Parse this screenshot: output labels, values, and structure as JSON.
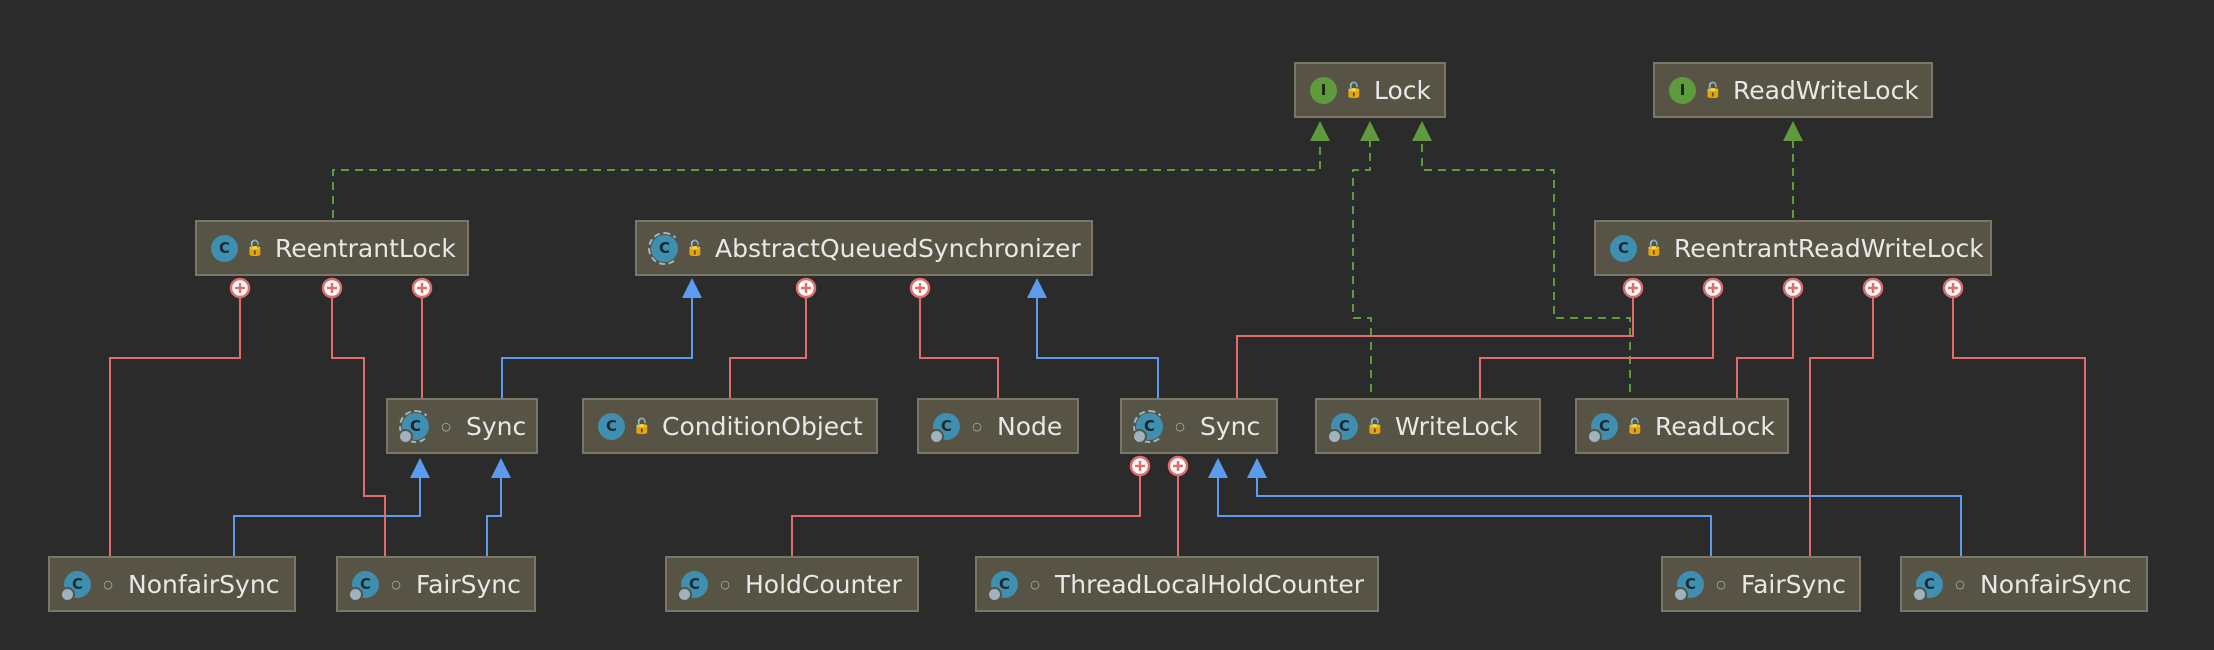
{
  "nodes": {
    "lock": {
      "label": "Lock",
      "kind": "interface",
      "icon": "interface-icon",
      "visibility": "public"
    },
    "rwlock": {
      "label": "ReadWriteLock",
      "kind": "interface",
      "icon": "interface-icon",
      "visibility": "public"
    },
    "reentrantlock": {
      "label": "ReentrantLock",
      "kind": "class",
      "icon": "class-icon",
      "visibility": "public"
    },
    "aqs": {
      "label": "AbstractQueuedSynchronizer",
      "kind": "abstract-class",
      "icon": "abstract-class-icon",
      "visibility": "public"
    },
    "rrwl": {
      "label": "ReentrantReadWriteLock",
      "kind": "class",
      "icon": "class-icon",
      "visibility": "public"
    },
    "sync_rl": {
      "label": "Sync",
      "kind": "abstract-static-class",
      "icon": "abstract-static-class-icon",
      "visibility": "package"
    },
    "condobj": {
      "label": "ConditionObject",
      "kind": "class",
      "icon": "class-icon",
      "visibility": "public"
    },
    "node": {
      "label": "Node",
      "kind": "static-class",
      "icon": "static-class-icon",
      "visibility": "package"
    },
    "sync_rrwl": {
      "label": "Sync",
      "kind": "abstract-static-class",
      "icon": "abstract-static-class-icon",
      "visibility": "package"
    },
    "writelock": {
      "label": "WriteLock",
      "kind": "static-class",
      "icon": "static-class-icon",
      "visibility": "public"
    },
    "readlock": {
      "label": "ReadLock",
      "kind": "static-class",
      "icon": "static-class-icon",
      "visibility": "public"
    },
    "nonfair_rl": {
      "label": "NonfairSync",
      "kind": "static-class",
      "icon": "static-class-icon",
      "visibility": "package"
    },
    "fair_rl": {
      "label": "FairSync",
      "kind": "static-class",
      "icon": "static-class-icon",
      "visibility": "package"
    },
    "holdcounter": {
      "label": "HoldCounter",
      "kind": "static-class",
      "icon": "static-class-icon",
      "visibility": "package"
    },
    "tlhc": {
      "label": "ThreadLocalHoldCounter",
      "kind": "static-class",
      "icon": "static-class-icon",
      "visibility": "package"
    },
    "fair_rrwl": {
      "label": "FairSync",
      "kind": "static-class",
      "icon": "static-class-icon",
      "visibility": "package"
    },
    "nonfair_rrwl": {
      "label": "NonfairSync",
      "kind": "static-class",
      "icon": "static-class-icon",
      "visibility": "package"
    }
  },
  "edges": [
    {
      "from": "reentrantlock",
      "to": "lock",
      "type": "implements"
    },
    {
      "from": "writelock",
      "to": "lock",
      "type": "implements"
    },
    {
      "from": "readlock",
      "to": "lock",
      "type": "implements"
    },
    {
      "from": "rrwl",
      "to": "rwlock",
      "type": "implements"
    },
    {
      "from": "sync_rl",
      "to": "aqs",
      "type": "extends"
    },
    {
      "from": "sync_rrwl",
      "to": "aqs",
      "type": "extends"
    },
    {
      "from": "nonfair_rl",
      "to": "sync_rl",
      "type": "extends"
    },
    {
      "from": "fair_rl",
      "to": "sync_rl",
      "type": "extends"
    },
    {
      "from": "fair_rrwl",
      "to": "sync_rrwl",
      "type": "extends"
    },
    {
      "from": "nonfair_rrwl",
      "to": "sync_rrwl",
      "type": "extends"
    },
    {
      "from": "reentrantlock",
      "to": "nonfair_rl",
      "type": "inner"
    },
    {
      "from": "reentrantlock",
      "to": "fair_rl",
      "type": "inner"
    },
    {
      "from": "reentrantlock",
      "to": "sync_rl",
      "type": "inner"
    },
    {
      "from": "aqs",
      "to": "condobj",
      "type": "inner"
    },
    {
      "from": "aqs",
      "to": "node",
      "type": "inner"
    },
    {
      "from": "rrwl",
      "to": "sync_rrwl",
      "type": "inner"
    },
    {
      "from": "rrwl",
      "to": "writelock",
      "type": "inner"
    },
    {
      "from": "rrwl",
      "to": "readlock",
      "type": "inner"
    },
    {
      "from": "rrwl",
      "to": "fair_rrwl",
      "type": "inner"
    },
    {
      "from": "rrwl",
      "to": "nonfair_rrwl",
      "type": "inner"
    },
    {
      "from": "sync_rrwl",
      "to": "holdcounter",
      "type": "inner"
    },
    {
      "from": "sync_rrwl",
      "to": "tlhc",
      "type": "inner"
    }
  ],
  "colors": {
    "background": "#2b2b2b",
    "node_fill": "#575345",
    "node_border": "#7a7768",
    "implements": "#5f9a3c",
    "extends": "#5b9bf0",
    "inner": "#e06c6c"
  }
}
